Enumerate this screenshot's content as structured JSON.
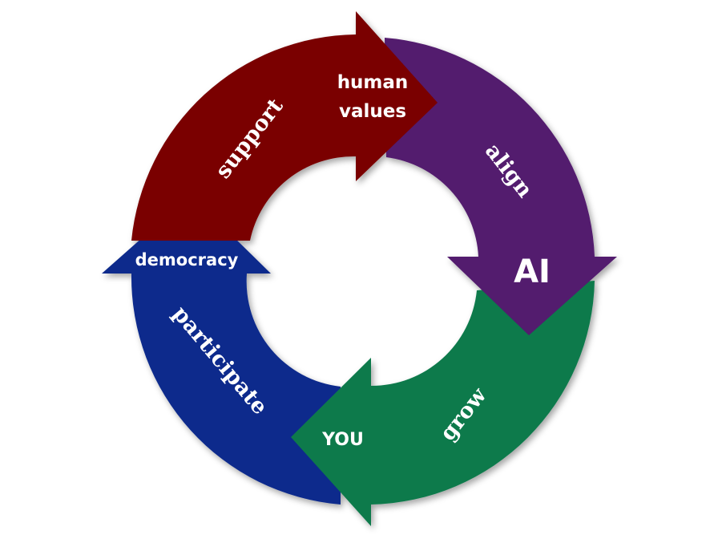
{
  "diagram": {
    "nodes": {
      "human_values_line1": "human",
      "human_values_line2": "values",
      "ai": "AI",
      "you": "YOU",
      "democracy": "democracy"
    },
    "verbs": {
      "support": "support",
      "align": "align",
      "grow": "grow",
      "participate": "participate"
    },
    "colors": {
      "support_arrow": "#7a0000",
      "align_arrow": "#521a6e",
      "grow_arrow": "#0b7a4c",
      "participate_arrow": "#0a2a8c",
      "label_text": "#ffffff"
    }
  }
}
